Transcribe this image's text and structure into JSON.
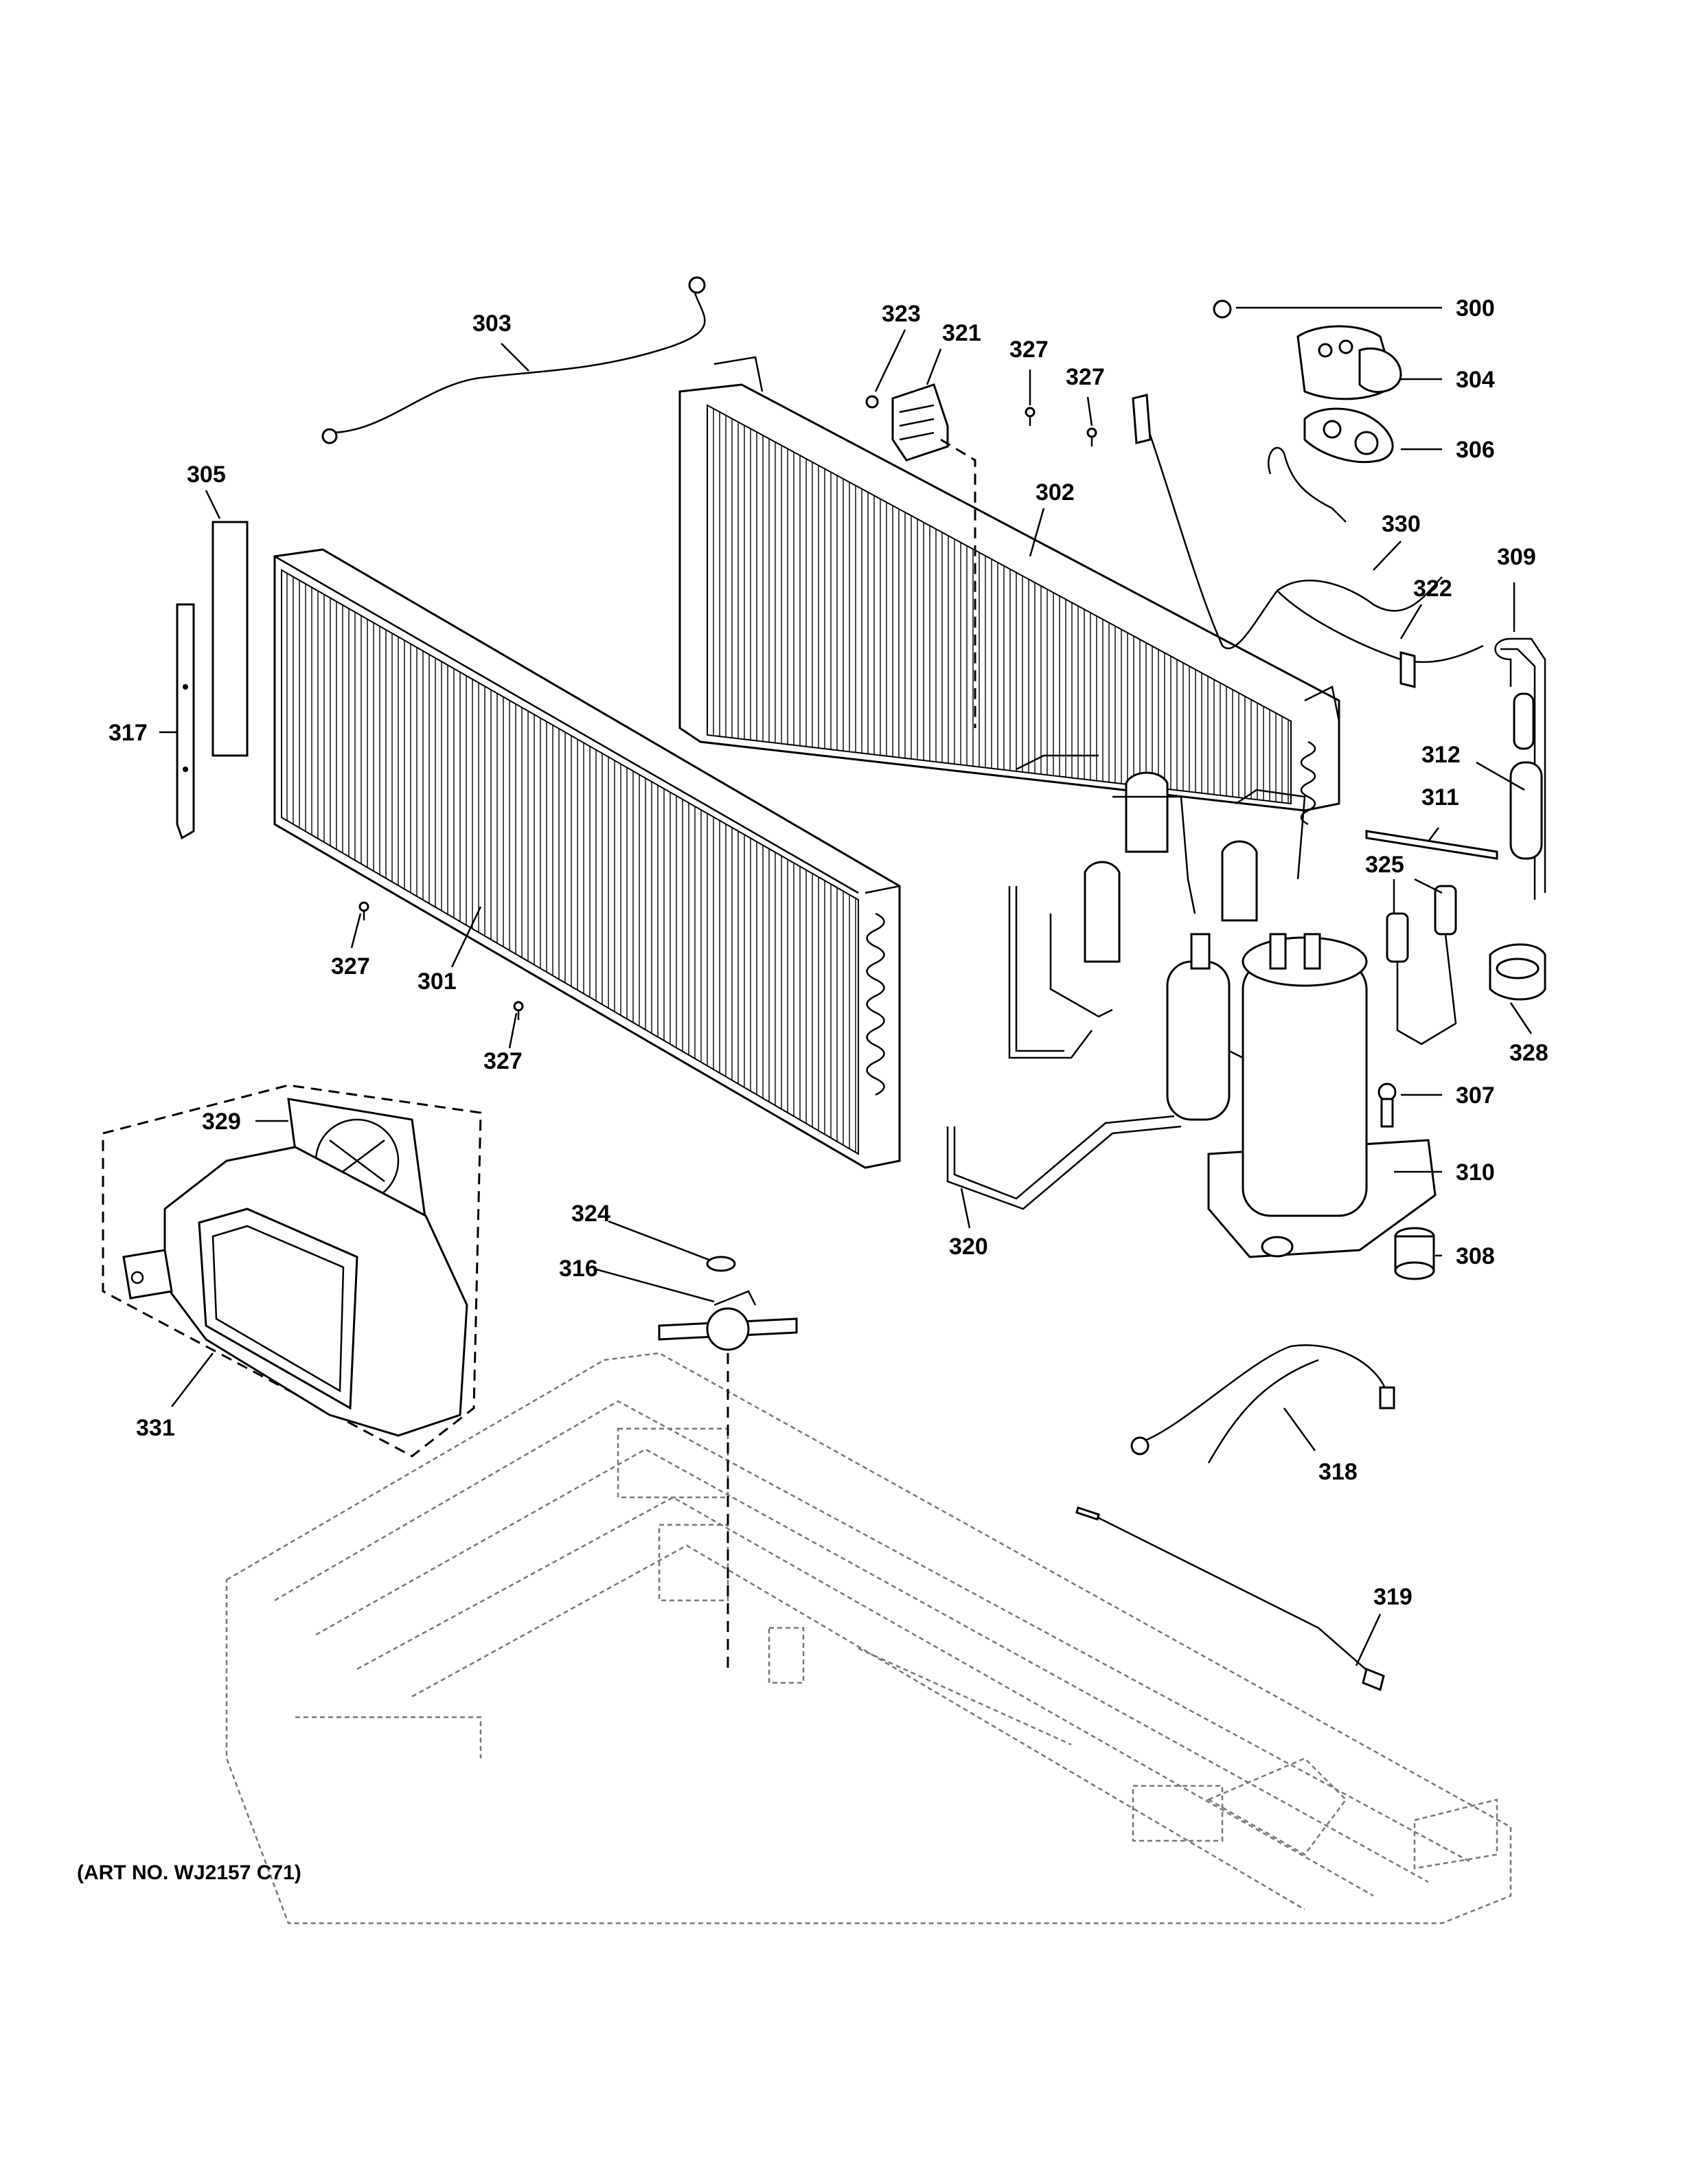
{
  "art_number": "(ART NO. WJ2157 C71)",
  "labels": [
    "300",
    "301",
    "302",
    "303",
    "304",
    "305",
    "306",
    "307",
    "308",
    "309",
    "310",
    "311",
    "312",
    "316",
    "317",
    "318",
    "319",
    "320",
    "321",
    "322",
    "323",
    "324",
    "325",
    "327",
    "327",
    "327",
    "327",
    "328",
    "329",
    "330",
    "331"
  ],
  "colors": {
    "ink": "#000000",
    "ghost": "#777777",
    "paper": "#ffffff"
  }
}
